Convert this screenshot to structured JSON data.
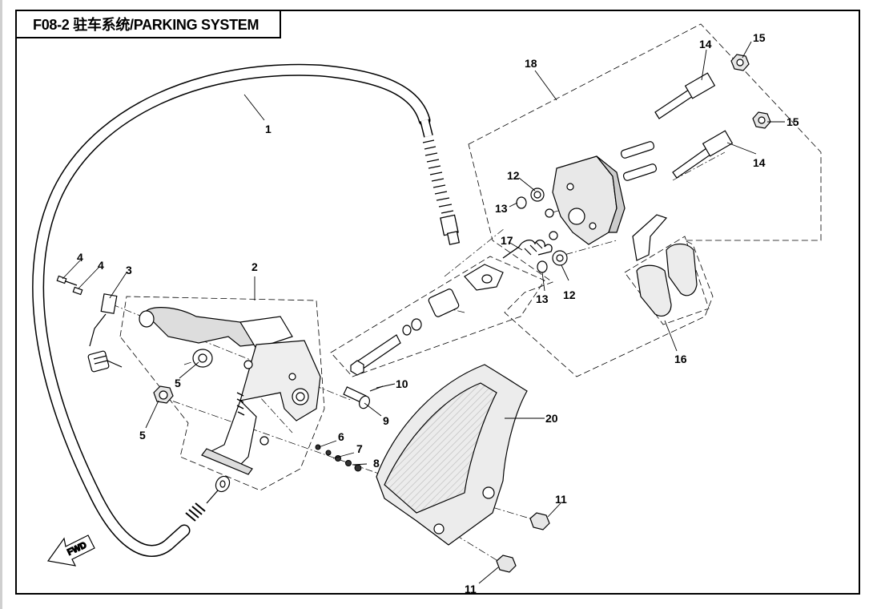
{
  "title": "F08-2 驻车系统/PARKING SYSTEM",
  "fwd_label": "FWD",
  "callouts": {
    "c1": "1",
    "c2": "2",
    "c3": "3",
    "c4a": "4",
    "c4b": "4",
    "c5a": "5",
    "c5b": "5",
    "c6": "6",
    "c7": "7",
    "c8": "8",
    "c9": "9",
    "c10": "10",
    "c11a": "11",
    "c11b": "11",
    "c12a": "12",
    "c12b": "12",
    "c13a": "13",
    "c13b": "13",
    "c14a": "14",
    "c14b": "14",
    "c15a": "15",
    "c15b": "15",
    "c16": "16",
    "c17": "17",
    "c18": "18",
    "c20": "20"
  }
}
